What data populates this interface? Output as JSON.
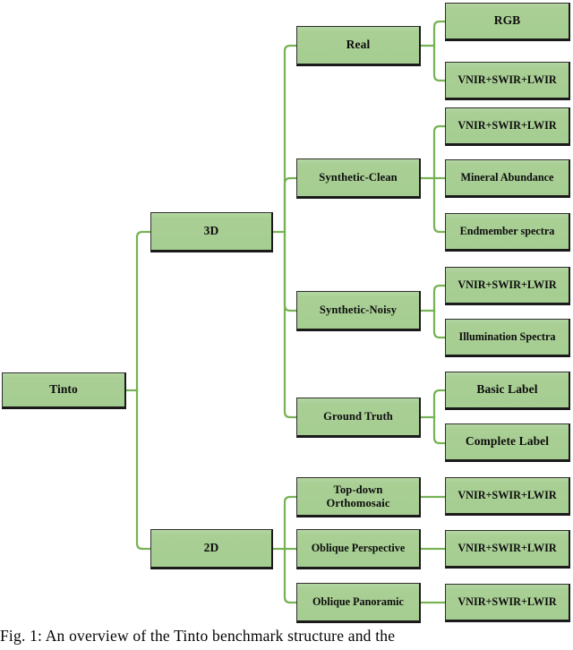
{
  "figure": {
    "caption": "Fig. 1: An overview of the Tinto benchmark structure and the",
    "theme": {
      "node_fill": "#a9cf95",
      "node_border": "#1a1a1a",
      "connector": "#77b255",
      "background": "#ffffff",
      "text": "#0d0d0d"
    }
  },
  "tree": {
    "root": {
      "label": "Tinto"
    },
    "branches": [
      {
        "label": "3D",
        "children": [
          {
            "label": "Real",
            "leaves": [
              {
                "label": "RGB"
              },
              {
                "label": "VNIR+SWIR+LWIR"
              }
            ]
          },
          {
            "label": "Synthetic-Clean",
            "leaves": [
              {
                "label": "VNIR+SWIR+LWIR"
              },
              {
                "label": "Mineral Abundance"
              },
              {
                "label": "Endmember spectra"
              }
            ]
          },
          {
            "label": "Synthetic-Noisy",
            "leaves": [
              {
                "label": "VNIR+SWIR+LWIR"
              },
              {
                "label": "Illumination Spectra"
              }
            ]
          },
          {
            "label": "Ground Truth",
            "leaves": [
              {
                "label": "Basic Label"
              },
              {
                "label": "Complete Label"
              }
            ]
          }
        ]
      },
      {
        "label": "2D",
        "children": [
          {
            "label": "Top-down\nOrthomosaic",
            "leaves": [
              {
                "label": "VNIR+SWIR+LWIR"
              }
            ]
          },
          {
            "label": "Oblique Perspective",
            "leaves": [
              {
                "label": "VNIR+SWIR+LWIR"
              }
            ]
          },
          {
            "label": "Oblique Panoramic",
            "leaves": [
              {
                "label": "VNIR+SWIR+LWIR"
              }
            ]
          }
        ]
      }
    ]
  }
}
